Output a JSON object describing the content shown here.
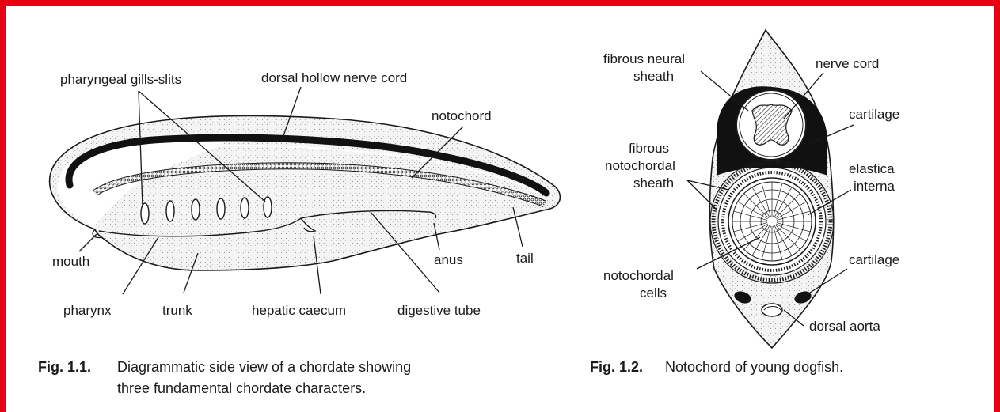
{
  "colors": {
    "frame": "#e60012",
    "ink": "#1a1a1a",
    "stipple": "#f2f2f2"
  },
  "fig1": {
    "labels": {
      "pharyngeal_gill_slits": "pharyngeal gills-slits",
      "dorsal_nerve_cord": "dorsal hollow nerve cord",
      "notochord": "notochord",
      "mouth": "mouth",
      "anus": "anus",
      "tail": "tail",
      "pharynx": "pharynx",
      "trunk": "trunk",
      "hepatic_caecum": "hepatic caecum",
      "digestive_tube": "digestive tube"
    },
    "caption": {
      "number": "Fig. 1.1.",
      "line1": "Diagrammatic side view of a chordate showing",
      "line2": "three fundamental chordate characters."
    }
  },
  "fig2": {
    "labels": {
      "fibrous_neural_sheath_1": "fibrous neural",
      "fibrous_neural_sheath_2": "sheath",
      "nerve_cord": "nerve cord",
      "cartilage_top": "cartilage",
      "fibrous_notochordal_1": "fibrous",
      "fibrous_notochordal_2": "notochordal",
      "fibrous_notochordal_3": "sheath",
      "elastica_interna_1": "elastica",
      "elastica_interna_2": "interna",
      "cartilage_bottom": "cartilage",
      "notochordal_cells_1": "notochordal",
      "notochordal_cells_2": "cells",
      "dorsal_aorta": "dorsal aorta"
    },
    "caption": {
      "number": "Fig. 1.2.",
      "text": "Notochord of young dogfish."
    }
  }
}
